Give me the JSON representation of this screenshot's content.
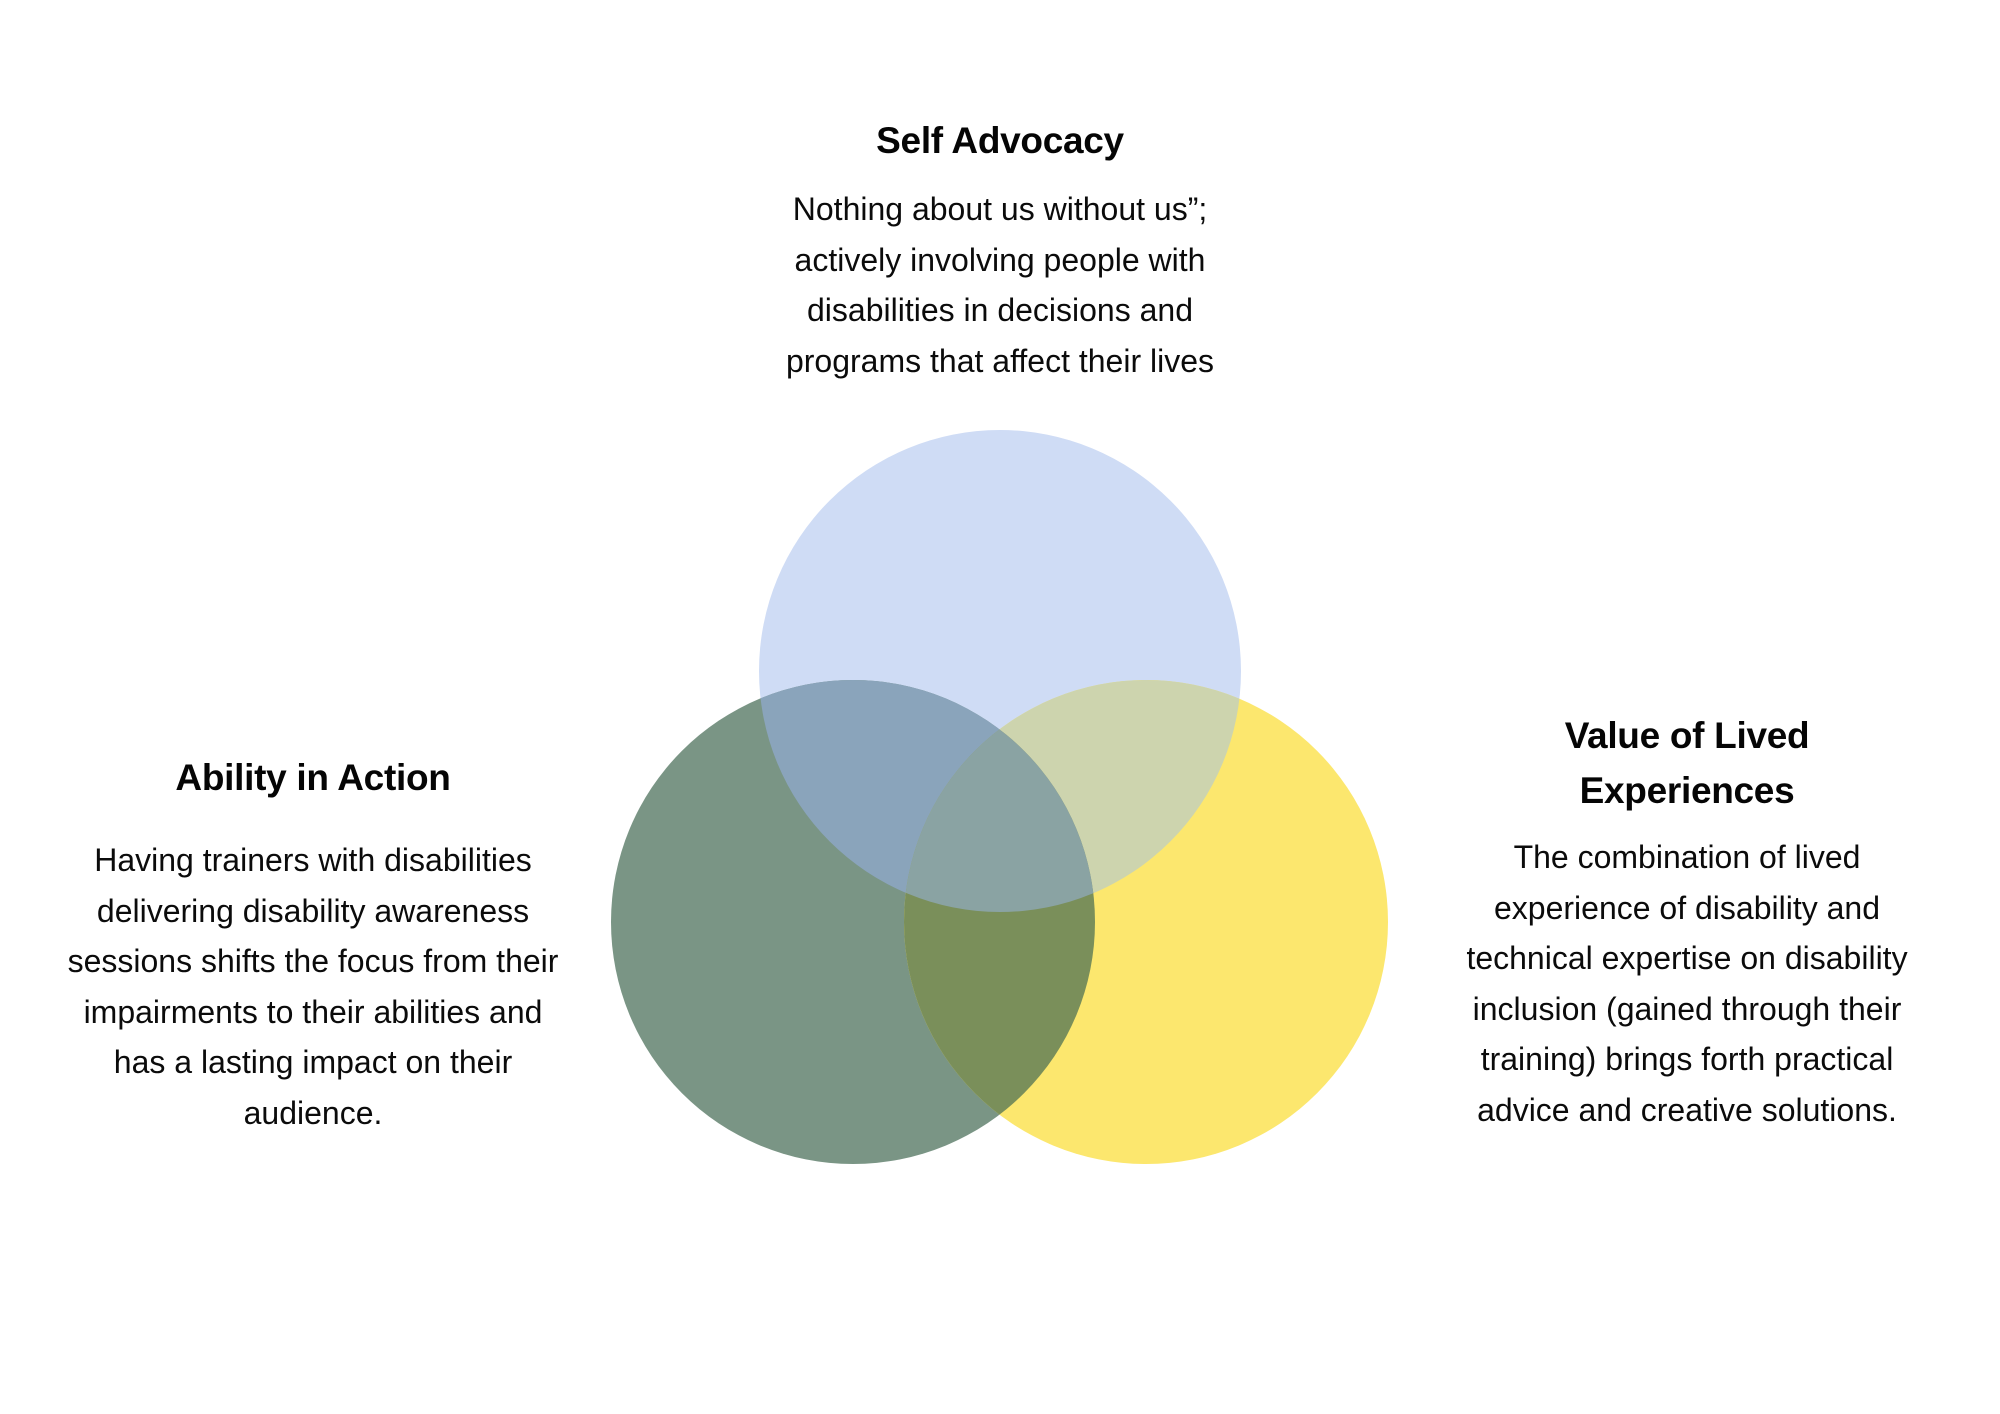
{
  "diagram": {
    "type": "venn-3",
    "sets": [
      {
        "id": "self_advocacy",
        "title_lines": [
          "Self Advocacy"
        ],
        "description_lines": [
          "Nothing about us without us”;",
          "actively involving people with",
          "disabilities in decisions and",
          "programs that affect their lives"
        ],
        "color": "#CFDCF5",
        "position": "top"
      },
      {
        "id": "ability_in_action",
        "title_lines": [
          "Ability in Action"
        ],
        "description_lines": [
          "Having trainers with disabilities",
          "delivering disability awareness",
          "sessions shifts the focus from their",
          "impairments to their abilities and",
          "has a lasting impact on their",
          "audience."
        ],
        "color": "#7A9585",
        "position": "bottom-left"
      },
      {
        "id": "value_of_lived_experiences",
        "title_lines": [
          "Value of Lived",
          "Experiences"
        ],
        "description_lines": [
          "The combination of lived",
          "experience of disability and",
          "technical expertise on disability",
          "inclusion (gained through their",
          "training) brings forth practical",
          "advice and creative solutions."
        ],
        "color": "#FCE76E",
        "position": "bottom-right"
      }
    ],
    "overlap_colors": {
      "top_left": "#8AA4BB",
      "top_right": "#CDD4AE",
      "left_right": "#7A8F5A",
      "all_three": "#8AA3A3"
    }
  }
}
